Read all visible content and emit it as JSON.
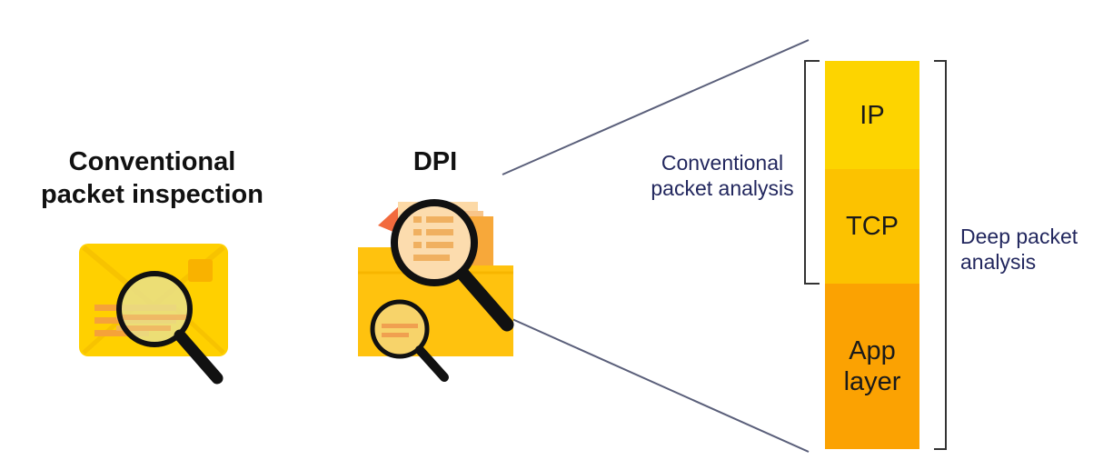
{
  "conventional": {
    "title_line1": "Conventional",
    "title_line2": "packet inspection",
    "icon": "envelope-magnifier-icon"
  },
  "dpi": {
    "title": "DPI",
    "icon": "folder-magnifier-icon"
  },
  "stack": {
    "layers": [
      {
        "line1": "IP",
        "line2": "",
        "color": "#FDD400"
      },
      {
        "line1": "TCP",
        "line2": "",
        "color": "#FCC200"
      },
      {
        "line1": "App",
        "line2": "layer",
        "color": "#FBA202"
      }
    ]
  },
  "brackets": {
    "conventional_line1": "Conventional",
    "conventional_line2": "packet analysis",
    "deep_line1": "Deep packet",
    "deep_line2": "analysis"
  },
  "colors": {
    "yellow": "#FFD000",
    "amber": "#F9B200",
    "lens": "#E9E08A",
    "dark": "#111111",
    "text_navy": "#22275E",
    "line": "#5A5F7A"
  }
}
